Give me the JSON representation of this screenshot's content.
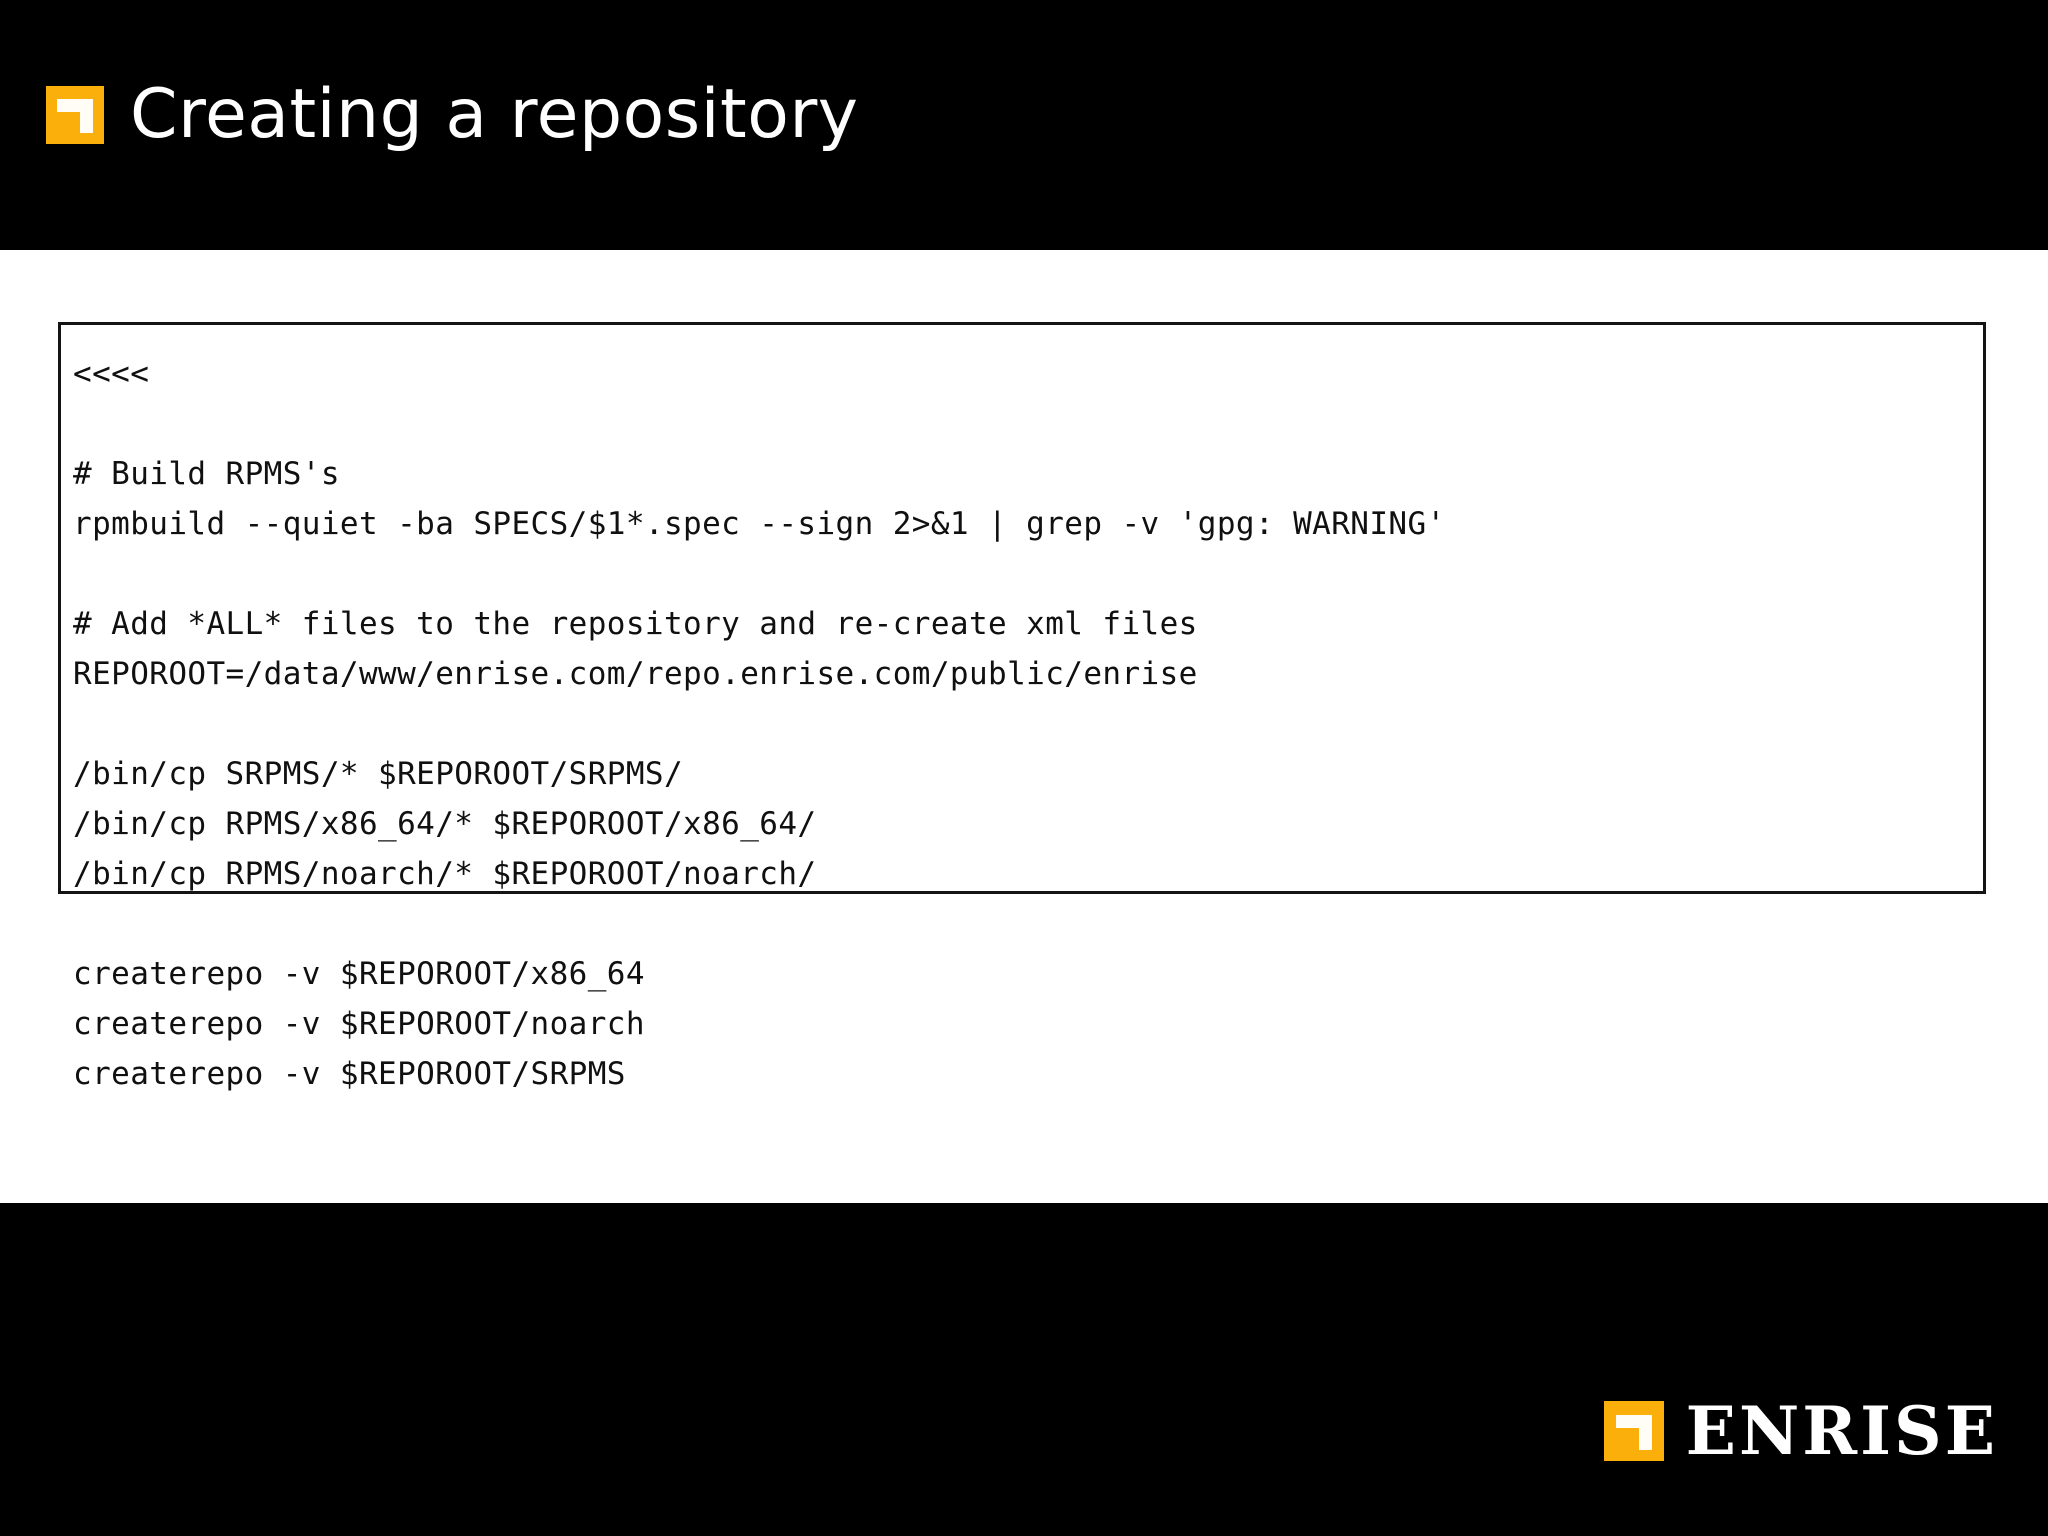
{
  "slide": {
    "title": "Creating a repository",
    "accent_color": "#fbaf0b",
    "header_background": "#000000",
    "footer_background": "#000000",
    "body_background": "#ffffff",
    "text_color": "#ffffff"
  },
  "logo": {
    "mark_name": "enrise-corner-bracket-mark",
    "mark_color": "#fbaf0b",
    "glyph_color": "#fffdf6"
  },
  "code": {
    "border_color": "#141414",
    "text_color": "#101010",
    "lines": [
      "<<<<",
      "",
      "# Build RPMS's",
      "rpmbuild --quiet -ba SPECS/$1*.spec --sign 2>&1 | grep -v 'gpg: WARNING'",
      "",
      "# Add *ALL* files to the repository and re-create xml files",
      "REPOROOT=/data/www/enrise.com/repo.enrise.com/public/enrise",
      "",
      "/bin/cp SRPMS/* $REPOROOT/SRPMS/",
      "/bin/cp RPMS/x86_64/* $REPOROOT/x86_64/",
      "/bin/cp RPMS/noarch/* $REPOROOT/noarch/",
      "",
      "createrepo -v $REPOROOT/x86_64",
      "createrepo -v $REPOROOT/noarch",
      "createrepo -v $REPOROOT/SRPMS"
    ]
  },
  "footer": {
    "wordmark": "ENRISE"
  }
}
